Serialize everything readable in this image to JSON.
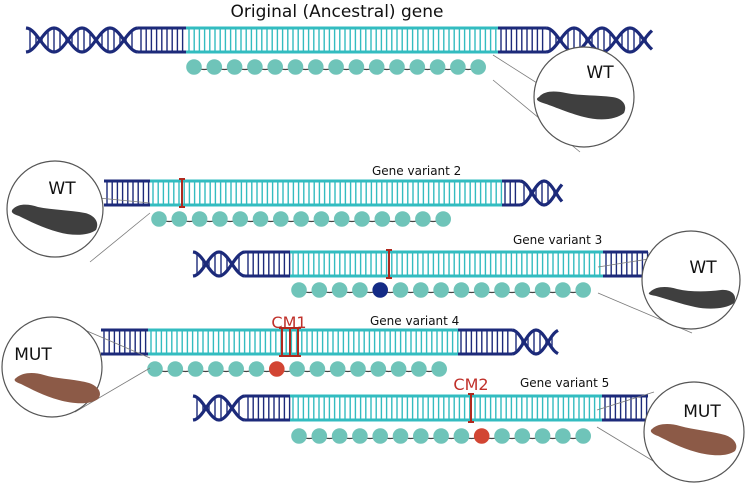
{
  "title": "Original (Ancestral) gene",
  "variant_labels": [
    "Gene variant 2",
    "Gene variant 3",
    "Gene variant 4",
    "Gene variant 5"
  ],
  "mutation_labels": [
    "CM1",
    "CM2"
  ],
  "phenotype_labels": [
    "WT",
    "WT",
    "WT",
    "MUT",
    "MUT"
  ],
  "colors": {
    "helix": "#1c2a7a",
    "gene_body": "#33bcc0",
    "bead": "#6fc4b9",
    "bead_variant": "#142b86",
    "bead_mutant": "#d24533",
    "mutation_mark": "#b0291e",
    "mutation_text": "#c0302a",
    "seed_wt": "#3f3f3f",
    "seed_mut": "#8c5a47"
  }
}
